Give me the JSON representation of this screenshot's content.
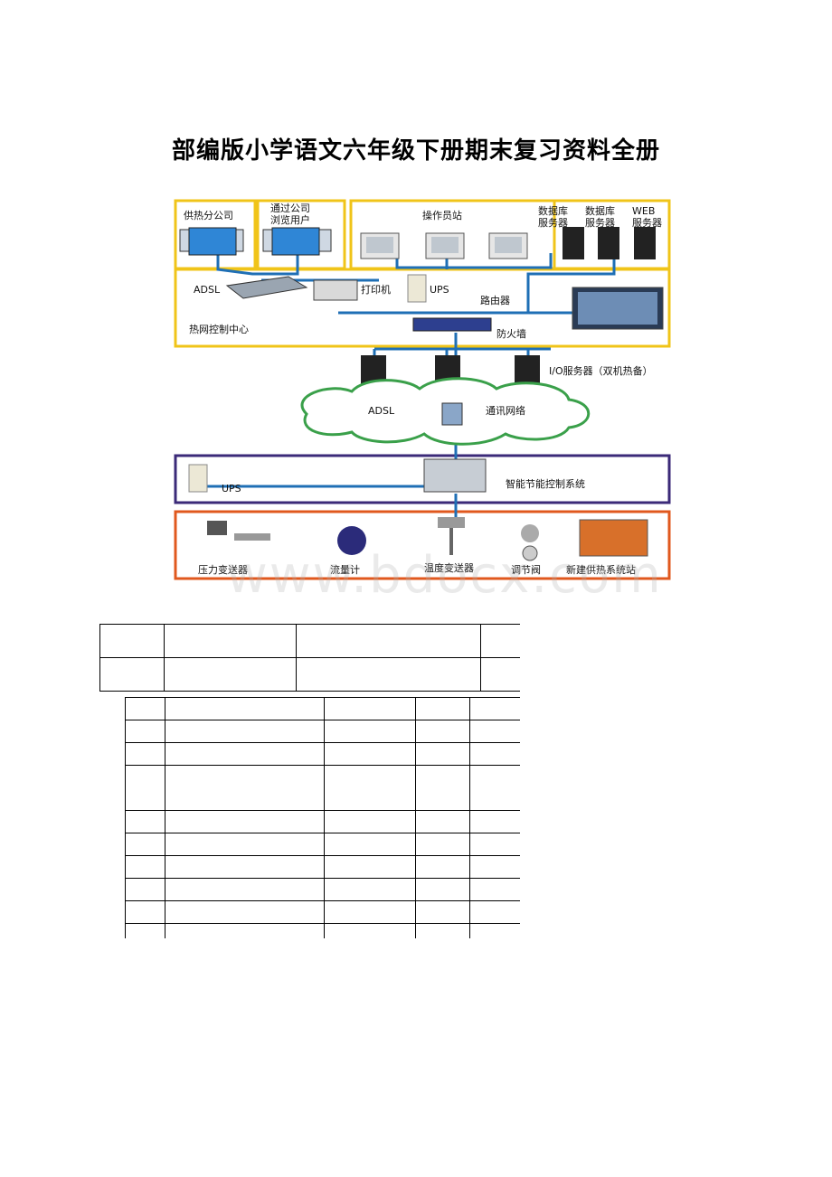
{
  "doc_title": "部编版小学语文六年级下册期末复习资料全册",
  "diagram": {
    "labels": {
      "branch_company": "供热分公司",
      "via_company_1": "通过公司",
      "via_company_2": "浏览用户",
      "operator_station": "操作员站",
      "db_server_1a": "数据库",
      "db_server_1b": "服务器",
      "db_server_2a": "数据库",
      "db_server_2b": "服务器",
      "web_server_a": "WEB",
      "web_server_b": "服务器",
      "adsl_top": "ADSL",
      "printer": "打印机",
      "ups_top": "UPS",
      "router": "路由器",
      "control_center": "热网控制中心",
      "firewall": "防火墙",
      "io_servers": "I/O服务器（双机热备）",
      "adsl_cloud": "ADSL",
      "comm_network": "通讯网络",
      "ups_bottom": "UPS",
      "energy_system": "智能节能控制系统",
      "pressure": "压力变送器",
      "flowmeter": "流量计",
      "temperature": "温度变送器",
      "valve": "调节阀",
      "new_station": "新建供热系统站"
    },
    "colors": {
      "yellow_frame": "#f0c419",
      "purple_frame": "#3b2a78",
      "orange_frame": "#e0581e",
      "line_blue": "#1f6fb5",
      "cloud_green": "#3aa04a"
    }
  },
  "watermark": "www.bdocx.com",
  "table1": {
    "rows": [
      [
        "",
        "",
        "",
        ""
      ],
      [
        "",
        "",
        "",
        ""
      ]
    ]
  },
  "table2": {
    "rows": [
      [
        "",
        "",
        "",
        "",
        ""
      ],
      [
        "",
        "",
        "",
        "",
        ""
      ],
      [
        "",
        "",
        "",
        "",
        ""
      ],
      [
        "",
        "",
        "",
        "",
        ""
      ],
      [
        "",
        "",
        "",
        "",
        ""
      ],
      [
        "",
        "",
        "",
        "",
        ""
      ],
      [
        "",
        "",
        "",
        "",
        ""
      ],
      [
        "",
        "",
        "",
        "",
        ""
      ],
      [
        "",
        "",
        "",
        "",
        ""
      ],
      [
        "",
        "",
        "",
        "",
        ""
      ]
    ]
  }
}
